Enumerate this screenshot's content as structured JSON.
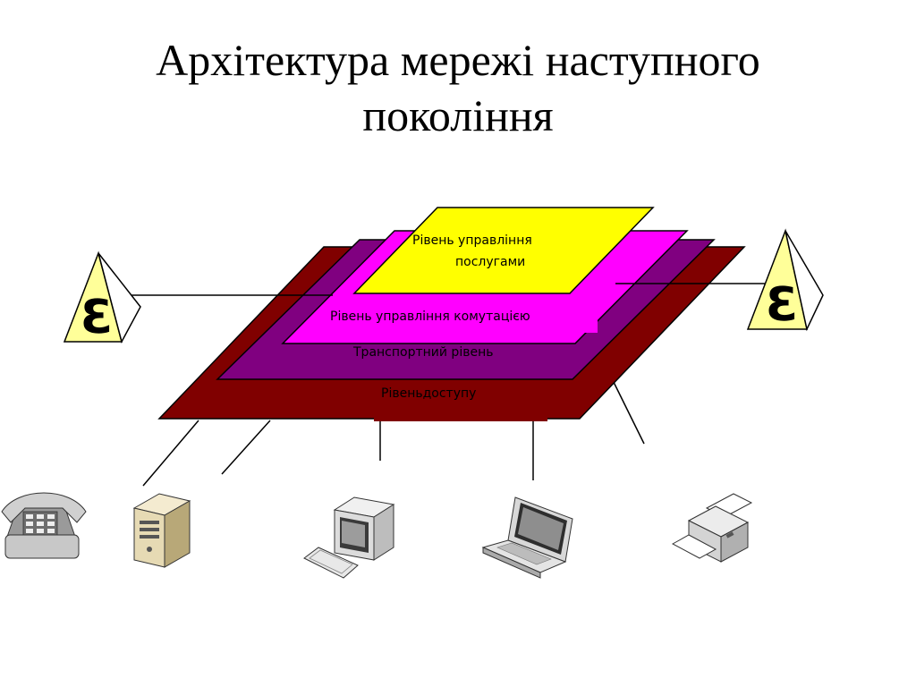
{
  "title": {
    "line1": "Архітектура мережі наступного",
    "line2": "покоління"
  },
  "layers": [
    {
      "id": "access",
      "label": "Рівеньдоступу",
      "color": "#800000"
    },
    {
      "id": "transport",
      "label": "Транспортний рівень",
      "color": "#800080"
    },
    {
      "id": "switching",
      "label": "Рівень управління комутацією",
      "color": "#ff00ff"
    },
    {
      "id": "services",
      "label_line1": "Рівень управління",
      "label_line2": "послугами",
      "color": "#ffff00"
    }
  ],
  "gateways": [
    {
      "id": "left",
      "icon": "gateway-pyramid-icon",
      "glyph": "ℇ"
    },
    {
      "id": "right",
      "icon": "gateway-pyramid-icon",
      "glyph": "ℇ"
    }
  ],
  "devices": [
    {
      "id": "telephone",
      "icon": "telephone-icon"
    },
    {
      "id": "server",
      "icon": "server-tower-icon"
    },
    {
      "id": "desktop",
      "icon": "desktop-computer-icon"
    },
    {
      "id": "laptop",
      "icon": "laptop-icon"
    },
    {
      "id": "printer",
      "icon": "printer-icon"
    }
  ]
}
